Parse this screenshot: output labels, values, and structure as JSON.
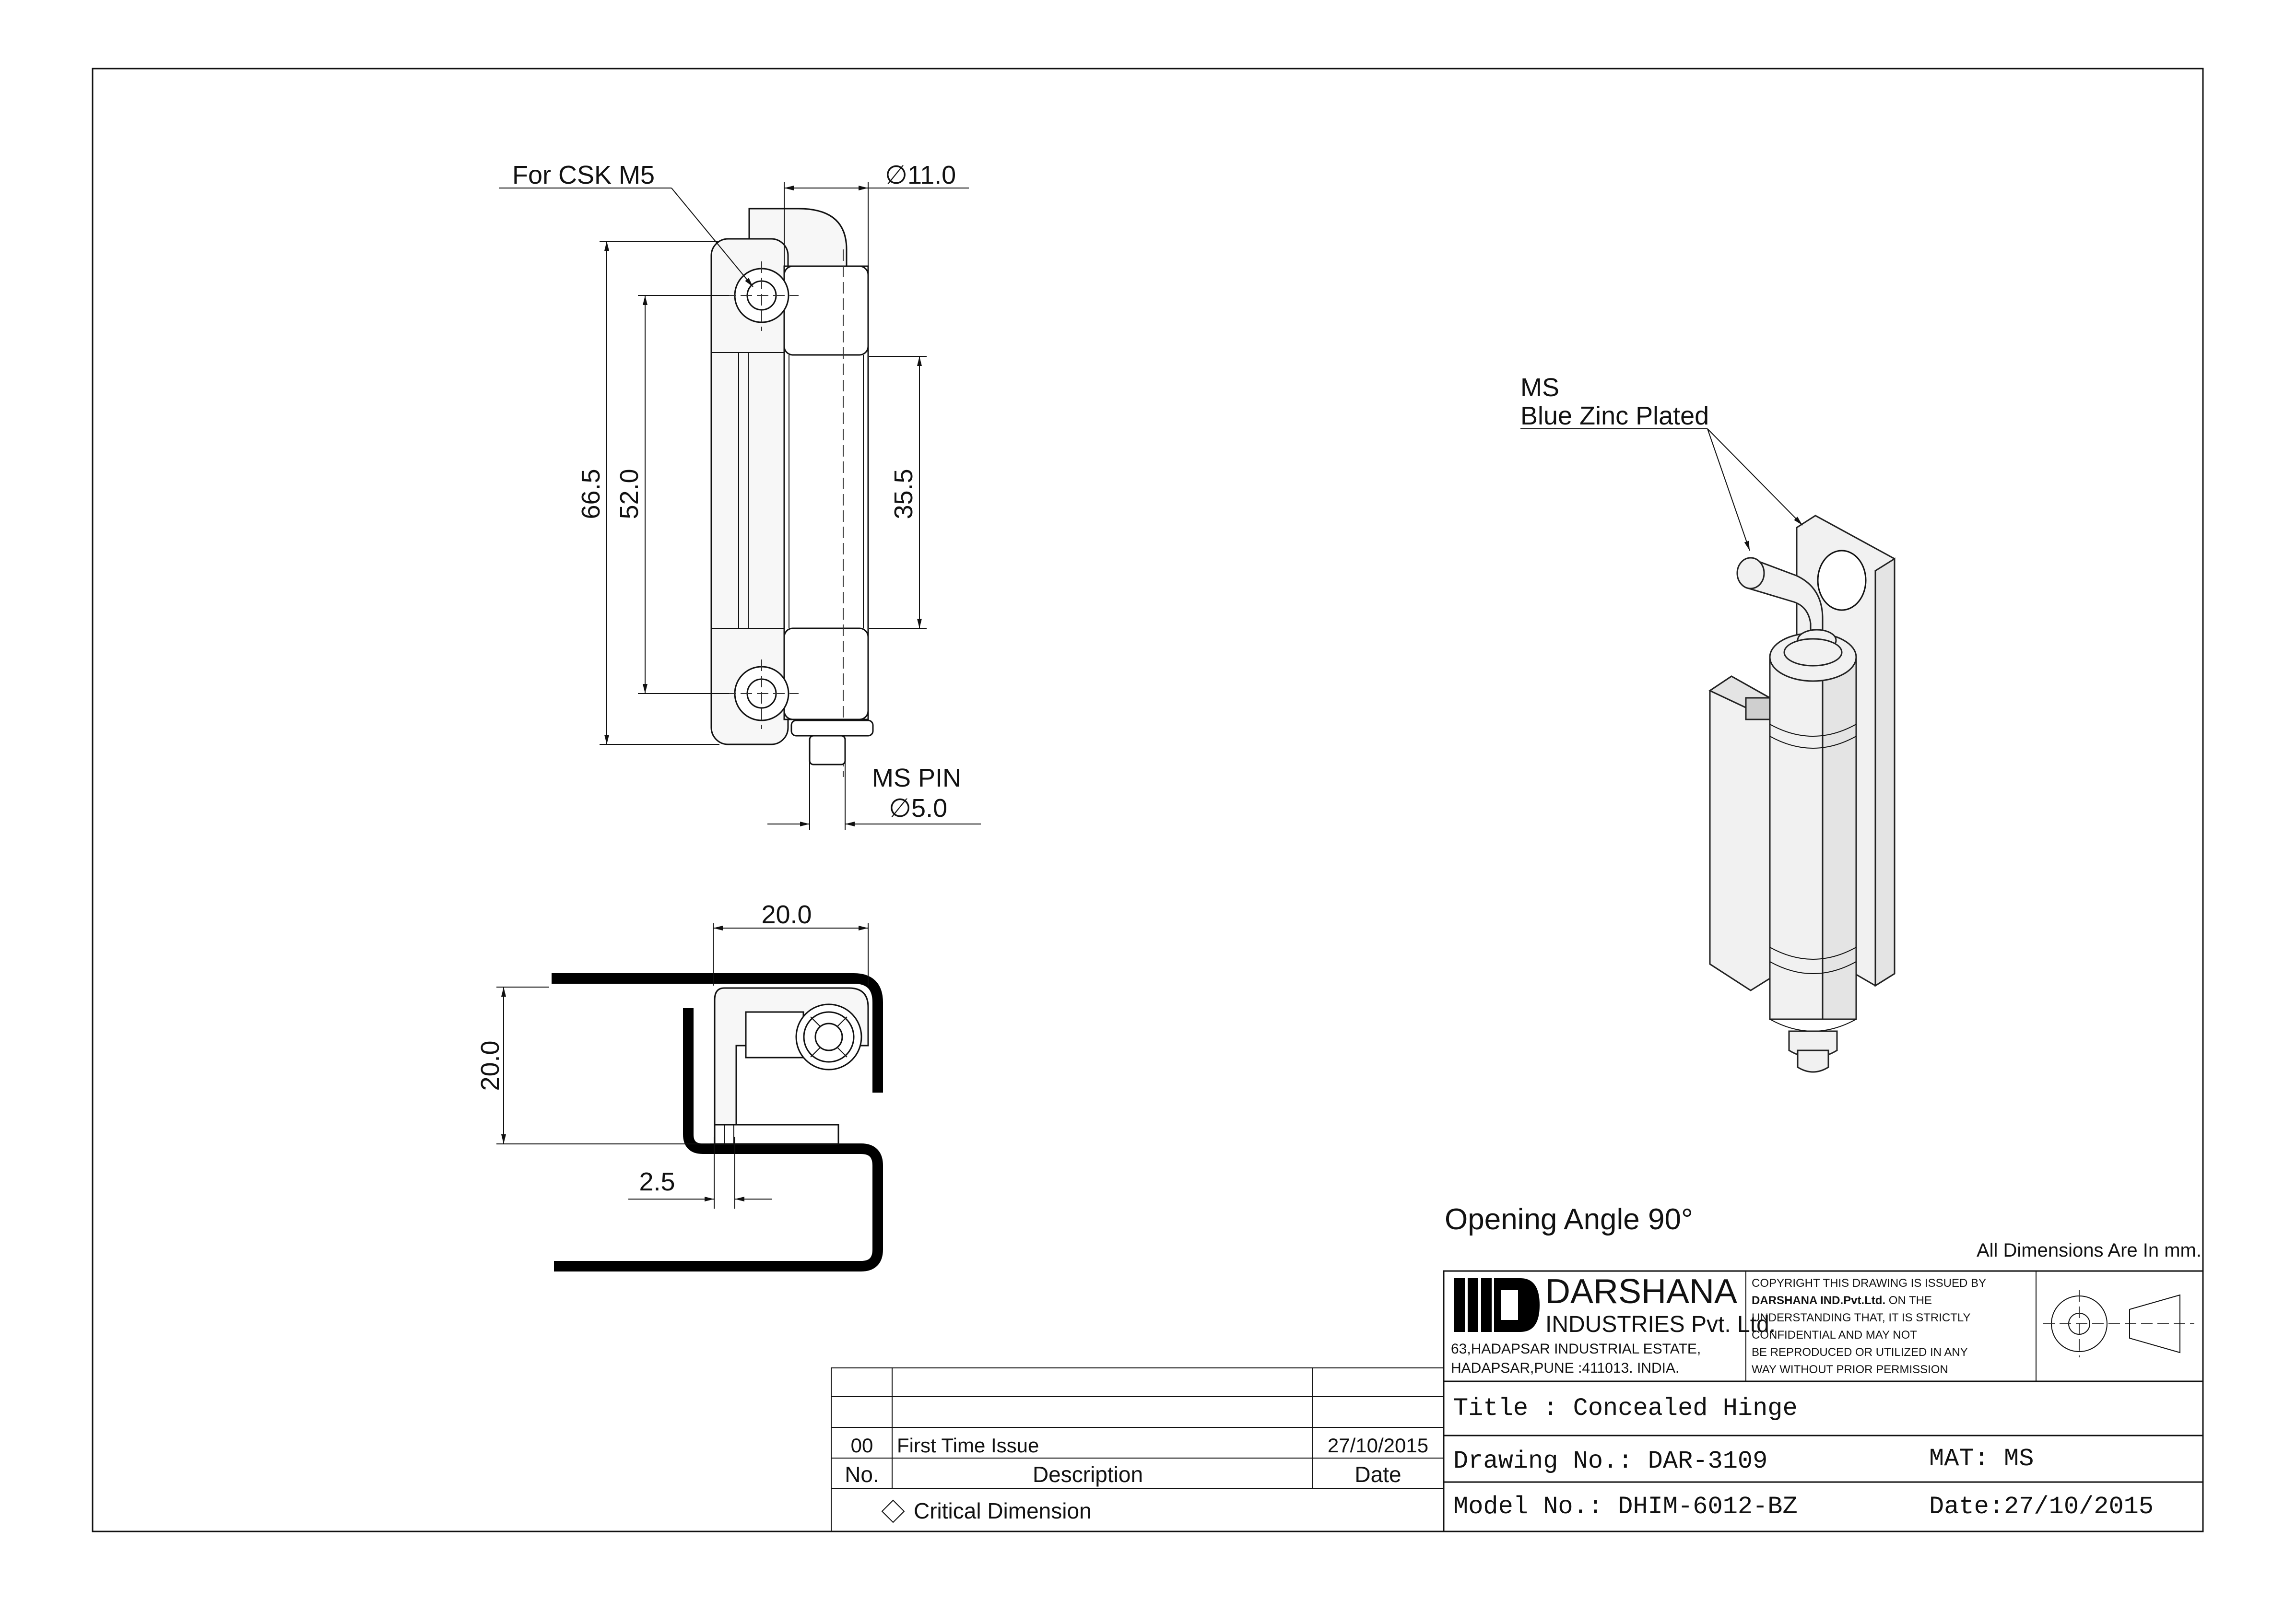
{
  "annotations": {
    "csk_label": "For CSK M5",
    "dia_top": "∅11.0",
    "dim_overall": "66.5",
    "dim_holes": "52.0",
    "dim_pin_length": "35.5",
    "pin_label": "MS PIN",
    "dia_pin": "∅5.0",
    "dim_width": "20.0",
    "dim_depth": "20.0",
    "dim_gap": "2.5",
    "material_line1": "MS",
    "material_line2": "Blue Zinc Plated",
    "opening_angle": "Opening Angle 90°",
    "units_note": "All Dimensions Are In mm."
  },
  "company": {
    "name": "DARSHANA",
    "subname": "INDUSTRIES Pvt. Ltd.",
    "address1": "63,HADAPSAR INDUSTRIAL ESTATE,",
    "address2": "HADAPSAR,PUNE :411013. INDIA.",
    "copyright1": "COPYRIGHT THIS DRAWING IS ISSUED BY",
    "copyright2_bold": "DARSHANA IND.Pvt.Ltd.",
    "copyright2_rest": " ON THE",
    "copyright3": "UNDERSTANDING THAT, IT IS STRICTLY",
    "copyright4": "CONFIDENTIAL AND MAY NOT",
    "copyright5": "BE REPRODUCED OR UTILIZED IN ANY",
    "copyright6": "WAY WITHOUT PRIOR PERMISSION"
  },
  "title_block": {
    "title": "Title : Concealed Hinge",
    "drawing_no": "Drawing No.: DAR-3109",
    "material": "MAT: MS",
    "model_no": "Model No.: DHIM-6012-BZ",
    "date": "Date:27/10/2015"
  },
  "revisions": {
    "rows": [
      {
        "no": "00",
        "description": "First Time Issue",
        "date": "27/10/2015"
      }
    ],
    "header_no": "No.",
    "header_description": "Description",
    "header_date": "Date",
    "critical_note": "Critical Dimension"
  }
}
